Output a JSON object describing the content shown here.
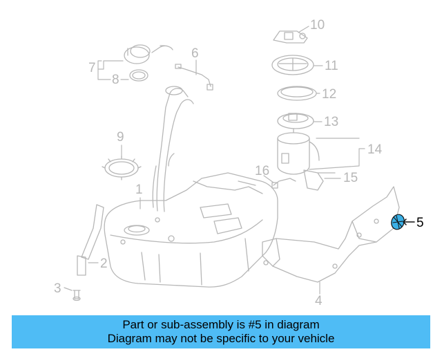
{
  "callouts": {
    "c1": "1",
    "c2": "2",
    "c3": "3",
    "c4": "4",
    "c5": "5",
    "c6": "6",
    "c7": "7",
    "c8": "8",
    "c9": "9",
    "c10": "10",
    "c11": "11",
    "c12": "12",
    "c13": "13",
    "c14": "14",
    "c15": "15",
    "c16": "16"
  },
  "highlighted_part": "5",
  "colors": {
    "part_line": "#b7b7b7",
    "highlight_fill": "#3ab0e6",
    "banner": "#4fbcf5",
    "text": "#000000"
  },
  "banner": {
    "line1": "Part or sub-assembly is #5 in diagram",
    "line2": "Diagram may not be specific to your vehicle"
  }
}
